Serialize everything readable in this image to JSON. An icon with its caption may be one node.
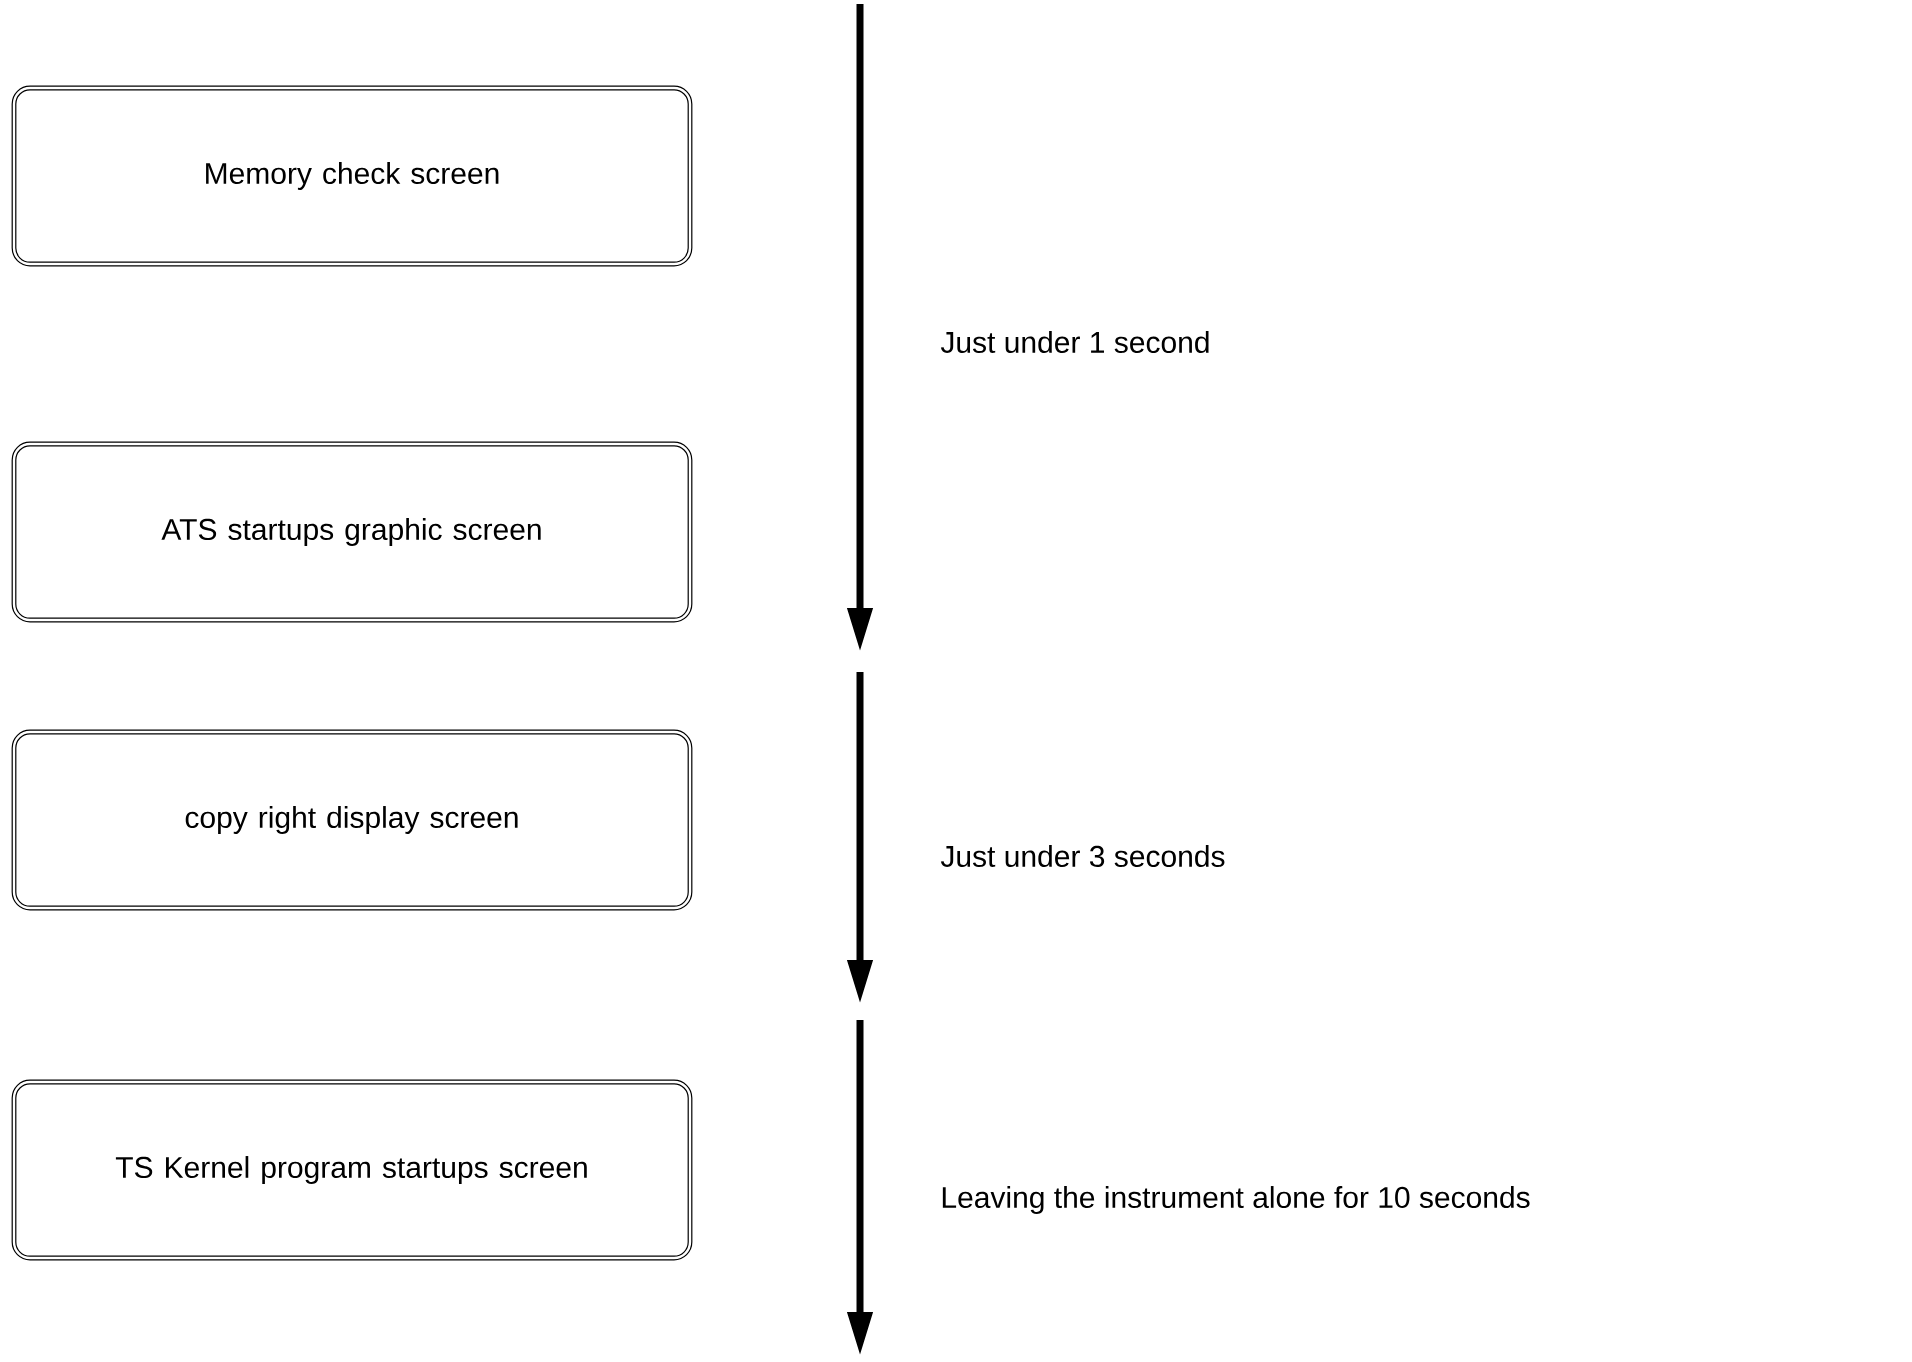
{
  "diagram": {
    "nodes": [
      {
        "text": [
          "Memory check screen"
        ]
      },
      {
        "text": [
          "ATS startups graphic screen"
        ]
      },
      {
        "text": [
          "copy right display screen"
        ]
      },
      {
        "text": [
          "TS Kernel program startups screen"
        ]
      }
    ],
    "labels": [
      "Just under 1 second",
      "Just under 3 seconds",
      "Leaving the instrument alone for 10 seconds"
    ]
  }
}
